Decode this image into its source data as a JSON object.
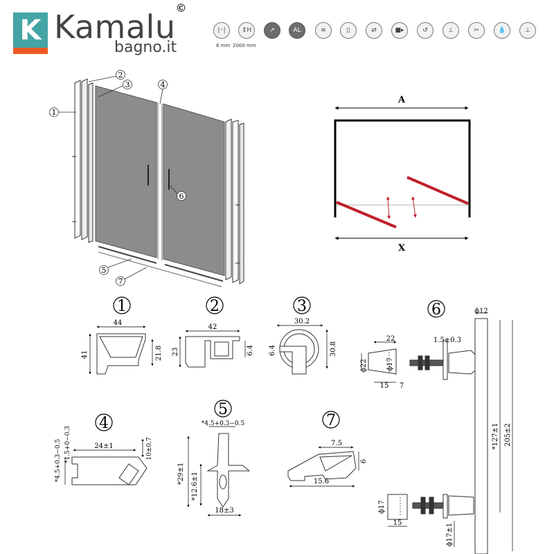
{
  "brand": {
    "logo_letter": "K",
    "name": "Kamalu",
    "copyright": "©",
    "subtitle": "bagno.it",
    "colors": {
      "teal": "#45a4a5",
      "orange": "#f05a24",
      "text": "#444444",
      "red": "#c0202a"
    }
  },
  "feature_icons": [
    {
      "icon": "glass-thickness-icon",
      "caption": "6 mm"
    },
    {
      "icon": "height-icon",
      "caption": "2000 mm"
    },
    {
      "icon": "tempered-glass-icon",
      "caption": ""
    },
    {
      "icon": "aluminium-icon",
      "label": "AL",
      "caption": ""
    },
    {
      "icon": "reversible-icon",
      "caption": ""
    },
    {
      "icon": "profile-icon",
      "caption": ""
    },
    {
      "icon": "extension-icon",
      "caption": ""
    },
    {
      "icon": "wall-fixing-icon",
      "caption": ""
    },
    {
      "icon": "opening-icon",
      "caption": ""
    },
    {
      "icon": "screw-icon",
      "caption": ""
    },
    {
      "icon": "easy-clean-icon",
      "caption": ""
    },
    {
      "icon": "water-drop-icon",
      "caption": ""
    },
    {
      "icon": "installation-icon",
      "caption": ""
    }
  ],
  "assembly": {
    "callouts": [
      "1",
      "2",
      "3",
      "4",
      "5",
      "6",
      "7"
    ]
  },
  "plan": {
    "dim_top": "A",
    "dim_bottom": "X"
  },
  "parts": {
    "p1": {
      "num": "1",
      "width": "44",
      "height": "41",
      "depth": "21.8"
    },
    "p2": {
      "num": "2",
      "width": "42",
      "height": "23",
      "gap": "6.4"
    },
    "p3": {
      "num": "3",
      "width": "30.2",
      "height": "30.8",
      "gap": "6.4"
    },
    "p4": {
      "num": "4",
      "length": "24±1",
      "height": "10±0.7",
      "tol_a": "*4.5+0.3−0.5",
      "tol_b": "*1.5+0−0.3"
    },
    "p5": {
      "num": "5",
      "top": "*4.5+0.3−0.5",
      "height": "*29±1",
      "inner": "*12.6±1",
      "width": "18±3"
    },
    "p6": {
      "num": "6",
      "dia_top": "ϕ12",
      "thick": "1.5±0.3",
      "len": "22",
      "dia": "ϕ22",
      "inner": "ϕ17",
      "a": "15",
      "b": "7",
      "pitch": "*127±1",
      "total": "205±2",
      "dia_low": "ϕ17",
      "len_low": "15",
      "dia_low2": "ϕ17±1"
    },
    "p7": {
      "num": "7",
      "top": "7.5",
      "height": "6",
      "width": "15.6"
    }
  }
}
